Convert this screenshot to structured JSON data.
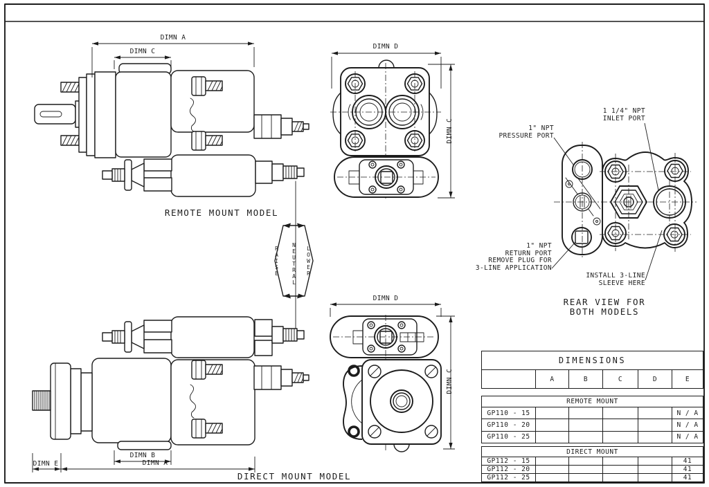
{
  "page": {
    "background": "#ffffff",
    "line_color": "#1c1c1c"
  },
  "views": {
    "remote_label": "REMOTE MOUNT MODEL",
    "direct_label": "DIRECT MOUNT MODEL",
    "rear_label_line1": "REAR VIEW FOR",
    "rear_label_line2": "BOTH MODELS"
  },
  "lever": {
    "raise": "RAISE",
    "neutral": "NEUTRAL",
    "lower": "LOWER"
  },
  "dims": {
    "a": "DIMN A",
    "b": "DIMN B",
    "c": "DIMN C",
    "d": "DIMN D",
    "e": "DIMN E"
  },
  "callouts": {
    "pressure": [
      "1\" NPT",
      "PRESSURE PORT"
    ],
    "inlet": [
      "1 1/4\" NPT",
      "INLET PORT"
    ],
    "return": [
      "1\" NPT",
      "RETURN PORT",
      "REMOVE PLUG FOR",
      "3-LINE APPLICATION"
    ],
    "sleeve": [
      "INSTALL 3-LINE",
      "SLEEVE HERE"
    ]
  },
  "table": {
    "title": "DIMENSIONS",
    "columns": [
      "A",
      "B",
      "C",
      "D",
      "E"
    ],
    "sections": [
      {
        "name": "REMOTE MOUNT",
        "rows": [
          {
            "model": "GP110 - 15",
            "values": [
              "",
              "",
              "",
              "",
              "N / A"
            ]
          },
          {
            "model": "GP110 - 20",
            "values": [
              "",
              "",
              "",
              "",
              "N / A"
            ]
          },
          {
            "model": "GP110 - 25",
            "values": [
              "",
              "",
              "",
              "",
              "N / A"
            ]
          }
        ]
      },
      {
        "name": "DIRECT MOUNT",
        "rows": [
          {
            "model": "GP112 - 15",
            "values": [
              "",
              "",
              "",
              "",
              "41"
            ]
          },
          {
            "model": "GP112 - 20",
            "values": [
              "",
              "",
              "",
              "",
              "41"
            ]
          },
          {
            "model": "GP112 - 25",
            "values": [
              "",
              "",
              "",
              "",
              "41"
            ]
          }
        ]
      }
    ]
  }
}
